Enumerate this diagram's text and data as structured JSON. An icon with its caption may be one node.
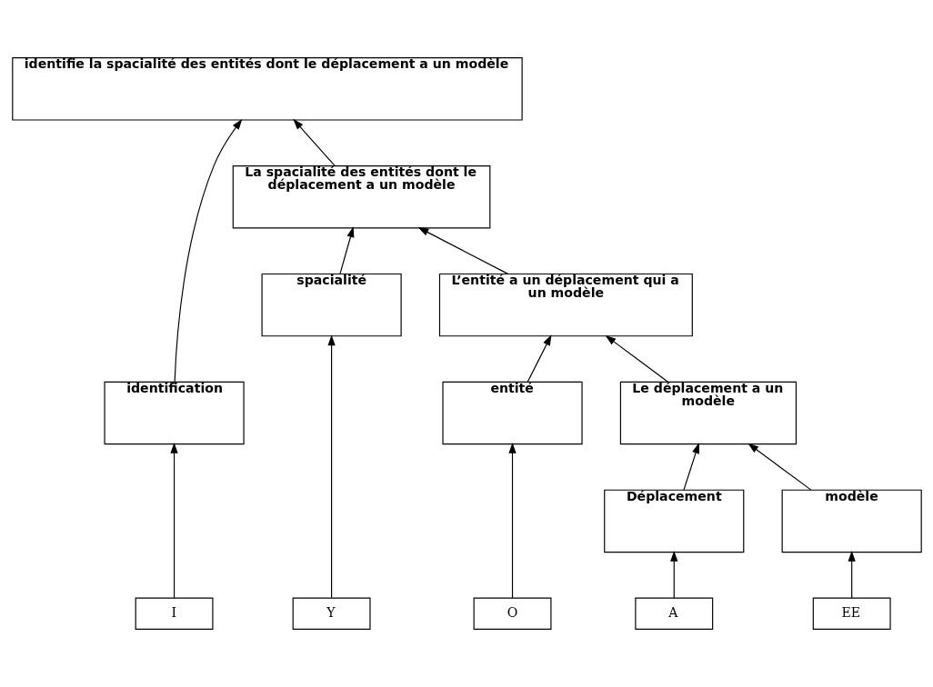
{
  "diagram": {
    "nodes": [
      {
        "text": [
          "identifie la spacialité des entités dont le déplacement a un modèle"
        ]
      },
      {
        "text": [
          "identification"
        ]
      },
      {
        "text": [
          "La spacialité des entités dont le déplacement a un modèle"
        ]
      },
      {
        "text": [
          "spacialité"
        ]
      },
      {
        "text": [
          "L’entité a un déplacement qui a un modèle"
        ]
      },
      {
        "text": [
          "entité"
        ]
      },
      {
        "text": [
          "Le déplacement a un modèle"
        ]
      },
      {
        "text": [
          "Déplacement"
        ]
      },
      {
        "text": [
          "modèle"
        ]
      },
      {
        "text": [
          "I"
        ]
      },
      {
        "text": [
          "Y"
        ]
      },
      {
        "text": [
          "O"
        ]
      },
      {
        "text": [
          "A"
        ]
      },
      {
        "text": [
          "EE"
        ]
      }
    ],
    "edges": [
      {
        "from": 1,
        "to": 0,
        "arrow": "to"
      },
      {
        "from": 2,
        "to": 0,
        "arrow": "to"
      },
      {
        "from": 3,
        "to": 2,
        "arrow": "to"
      },
      {
        "from": 4,
        "to": 2,
        "arrow": "to"
      },
      {
        "from": 5,
        "to": 4,
        "arrow": "to"
      },
      {
        "from": 6,
        "to": 4,
        "arrow": "to"
      },
      {
        "from": 7,
        "to": 6,
        "arrow": "to"
      },
      {
        "from": 8,
        "to": 6,
        "arrow": "to"
      },
      {
        "from": 9,
        "to": 1,
        "arrow": "to"
      },
      {
        "from": 10,
        "to": 3,
        "arrow": "to"
      },
      {
        "from": 11,
        "to": 5,
        "arrow": "to"
      },
      {
        "from": 12,
        "to": 7,
        "arrow": "to"
      },
      {
        "from": 13,
        "to": 8,
        "arrow": "to"
      }
    ]
  }
}
